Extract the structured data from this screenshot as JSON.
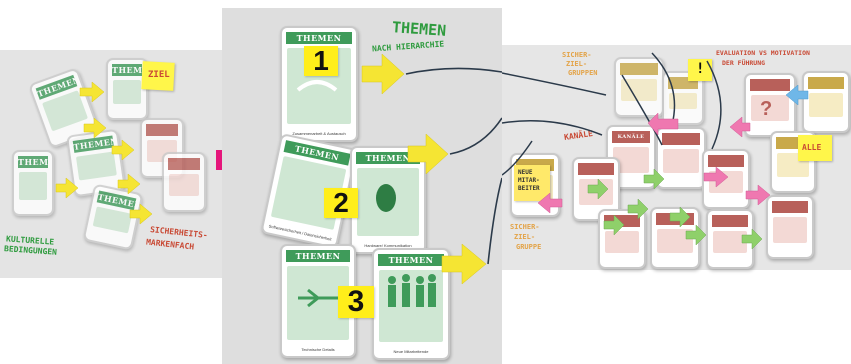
{
  "left_panel": {
    "label_ziel": "ZIEL",
    "label_kulturelle": "KULTURELLE",
    "label_bedingungen": "BEDINGUNGEN",
    "label_sicherheit": "SICHERHEITS-",
    "label_markenfach": "MARKENFACH",
    "card_label": "THEMEN"
  },
  "middle_panel": {
    "title_line1": "THEMEN",
    "title_line2": "NACH HIERARCHIE",
    "card_header": "THEMEN",
    "numbers": [
      "1",
      "2",
      "3"
    ],
    "captions": [
      "Zusammenarbeit & Austausch",
      "Softwaresicherheit / Datensicherheit",
      "Hardware/ Kommunikation",
      "Technische Details",
      "Neue Mitarbeitende"
    ]
  },
  "right_panel": {
    "label_evaluation": "EVALUATION VS MOTIVATION",
    "label_der_fuehrung": "DER FÜHRUNG",
    "label_kanale": "KANÄLE",
    "label_alle": "ALLE",
    "label_neue": "NEUE",
    "label_mitarbeiter": "MITAR-",
    "label_beiter": "BEITER",
    "label_sicher_top": "SICHER-",
    "label_ziel_top": "ZIEL-",
    "label_gruppen_top": "GRUPPEN",
    "label_sicher_bot": "SICHER-",
    "label_ziel_bot": "ZIEL-",
    "label_gruppe_bot": "GRUPPE",
    "exclaim": "!",
    "card_header": "KANÄLE"
  },
  "colors": {
    "accent_arrow": "#e5167b",
    "yellow_arrow": "#f5e533",
    "card_green": "#3f9b5a",
    "card_red": "#b8605a",
    "handwriting_green": "#2e9b3e",
    "handwriting_red": "#c94a35"
  }
}
